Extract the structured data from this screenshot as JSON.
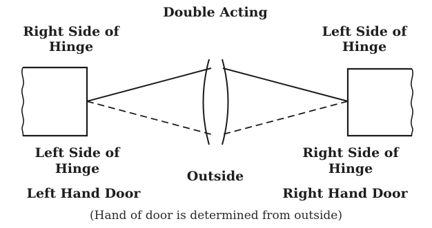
{
  "title": "Double Acting",
  "labels": {
    "top_left_line1": "Right Side of",
    "top_left_line2": "Hinge",
    "top_right_line1": "Left Side of",
    "top_right_line2": "Hinge",
    "bottom_left_line1": "Left Side of",
    "bottom_left_line2": "Hinge",
    "bottom_right_line1": "Right Side of",
    "bottom_right_line2": "Hinge",
    "outside": "Outside",
    "left_door": "Left Hand Door",
    "right_door": "Right Hand Door"
  },
  "caption": "(Hand of door is determined from outside)"
}
